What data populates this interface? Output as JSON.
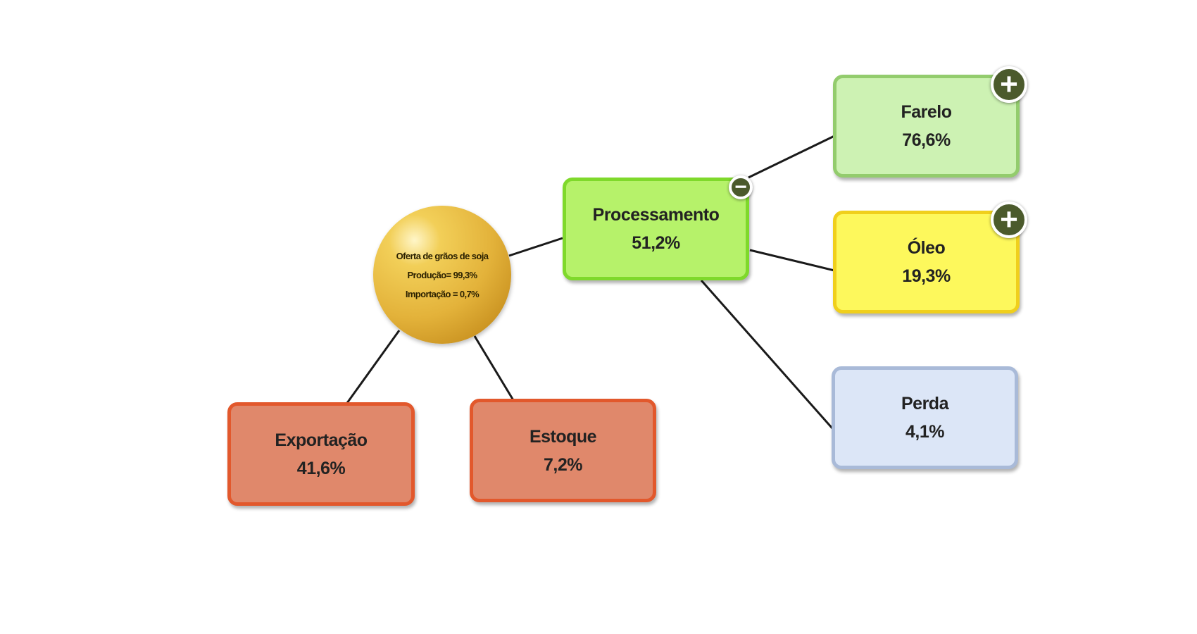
{
  "root": {
    "title": "Oferta de grãos de soja",
    "line1": "Produção= 99,3%",
    "line2": "Importação = 0,7%"
  },
  "nodes": {
    "processamento": {
      "label": "Processamento",
      "value": "51,2%"
    },
    "exportacao": {
      "label": "Exportação",
      "value": "41,6%"
    },
    "estoque": {
      "label": "Estoque",
      "value": "7,2%"
    },
    "farelo": {
      "label": "Farelo",
      "value": "76,6%"
    },
    "oleo": {
      "label": "Óleo",
      "value": "19,3%"
    },
    "perda": {
      "label": "Perda",
      "value": "4,1%"
    }
  },
  "toggles": {
    "plus": "+",
    "minus": "−"
  },
  "colors": {
    "orange": "#e0886b",
    "lime": "#b6f26a",
    "light_green": "#cdf2b3",
    "yellow": "#fdf85c",
    "blue": "#dce6f7",
    "sphere": "#e3b23a"
  }
}
